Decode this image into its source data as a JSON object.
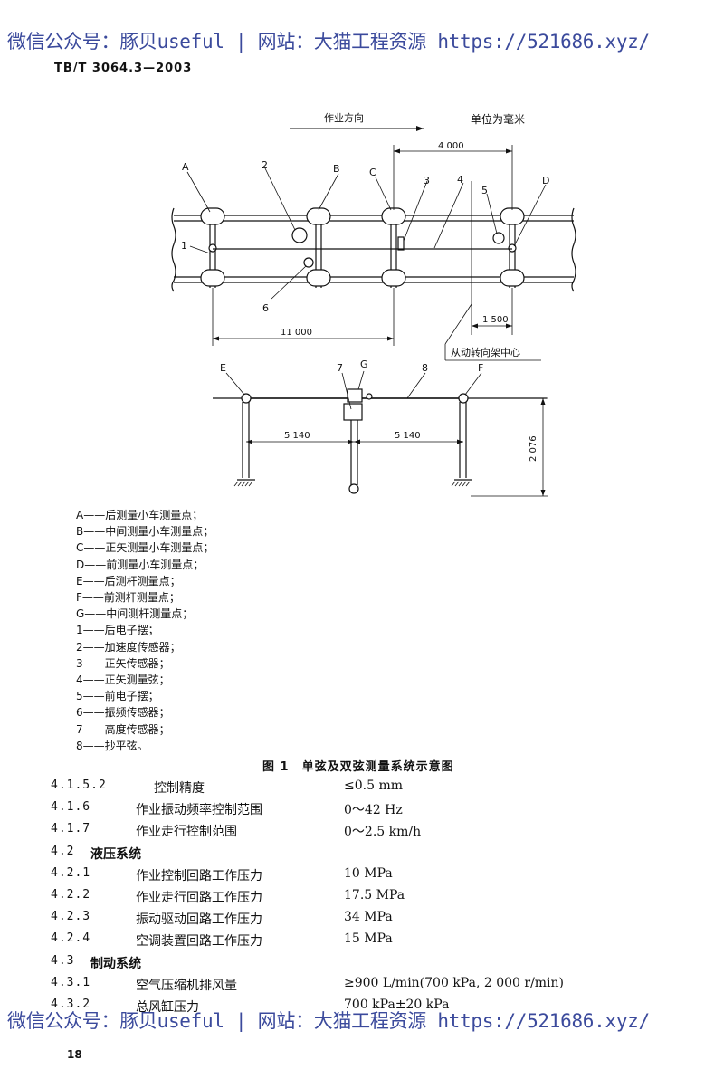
{
  "watermark": {
    "text": "微信公众号：豚贝useful | 网站：大猫工程资源 https://521686.xyz/"
  },
  "header": {
    "standard_code": "TB/T 3064.3—2003"
  },
  "figure": {
    "direction_label": "作业方向",
    "unit_label": "单位为毫米",
    "dim_4000": "4 000",
    "dim_11000": "11 000",
    "dim_1500": "1 500",
    "dim_5140_left": "5 140",
    "dim_5140_right": "5 140",
    "dim_2076": "2 076",
    "bogie_center_label": "从动转向架中心",
    "point_letters": [
      "A",
      "B",
      "C",
      "D",
      "E",
      "F",
      "G"
    ],
    "point_numbers": [
      "1",
      "2",
      "3",
      "4",
      "5",
      "6",
      "7",
      "8"
    ]
  },
  "legend": [
    "A——后测量小车测量点；",
    "B——中间测量小车测量点；",
    "C——正矢测量小车测量点；",
    "D——前测量小车测量点；",
    "E——后测杆测量点；",
    "F——前测杆测量点；",
    "G——中间测杆测量点；",
    "1——后电子摆；",
    "2——加速度传感器；",
    "3——正矢传感器；",
    "4——正矢测量弦；",
    "5——前电子摆；",
    "6——振频传感器；",
    "7——高度传感器；",
    "8——抄平弦。"
  ],
  "caption": "图 1　单弦及双弦测量系统示意图",
  "specs": [
    {
      "num": "4.1.5.2",
      "name": "控制精度",
      "value": "≤0.5 mm",
      "section": false
    },
    {
      "num": "4.1.6",
      "name": "作业振动频率控制范围",
      "value": "0～42 Hz",
      "section": false
    },
    {
      "num": "4.1.7",
      "name": "作业走行控制范围",
      "value": "0～2.5 km/h",
      "section": false
    },
    {
      "num": "4.2",
      "name": "液压系统",
      "value": "",
      "section": true
    },
    {
      "num": "4.2.1",
      "name": "作业控制回路工作压力",
      "value": "10 MPa",
      "section": false
    },
    {
      "num": "4.2.2",
      "name": "作业走行回路工作压力",
      "value": "17.5 MPa",
      "section": false
    },
    {
      "num": "4.2.3",
      "name": "振动驱动回路工作压力",
      "value": "34 MPa",
      "section": false
    },
    {
      "num": "4.2.4",
      "name": "空调装置回路工作压力",
      "value": "15 MPa",
      "section": false
    },
    {
      "num": "4.3",
      "name": "制动系统",
      "value": "",
      "section": true
    },
    {
      "num": "4.3.1",
      "name": "空气压缩机排风量",
      "value": "≥900 L/min(700 kPa, 2 000 r/min)",
      "section": false
    },
    {
      "num": "4.3.2",
      "name": "总风缸压力",
      "value": "700 kPa±20 kPa",
      "section": false
    }
  ],
  "page_number": "18"
}
